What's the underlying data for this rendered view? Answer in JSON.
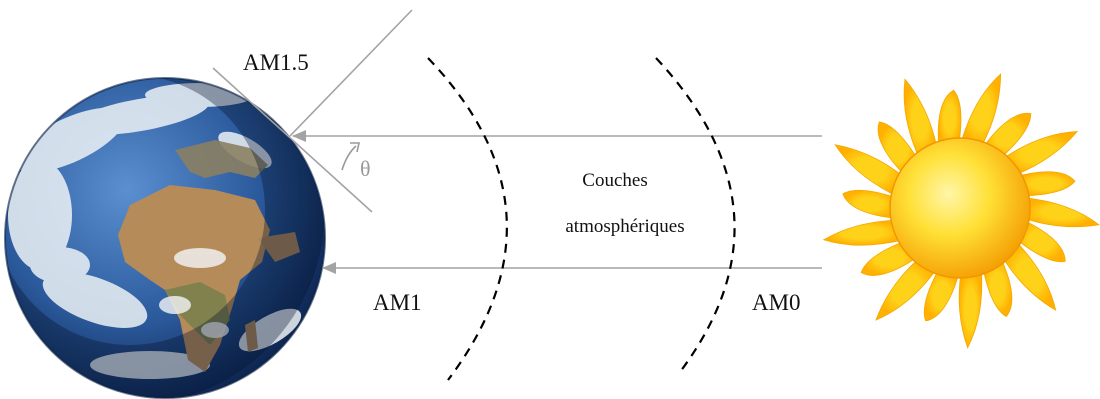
{
  "labels": {
    "am15": "AM1.5",
    "am1": "AM1",
    "am0": "AM0",
    "layers_line1": "Couches",
    "layers_line2": "atmosphériques",
    "theta": "θ"
  },
  "colors": {
    "ray": "#a3a3a3",
    "dashed_arc": "#000000",
    "ocean_light": "#3f6fb4",
    "ocean_dark": "#0a2556",
    "land": "#b58b5a",
    "cloud": "#f2f5f8",
    "sun_core": "#ffe036",
    "sun_edge": "#f6a800",
    "sun_ray": "#fbc80a"
  },
  "icons": [
    "earth-globe",
    "sun-icon",
    "arrow-left-icon"
  ]
}
